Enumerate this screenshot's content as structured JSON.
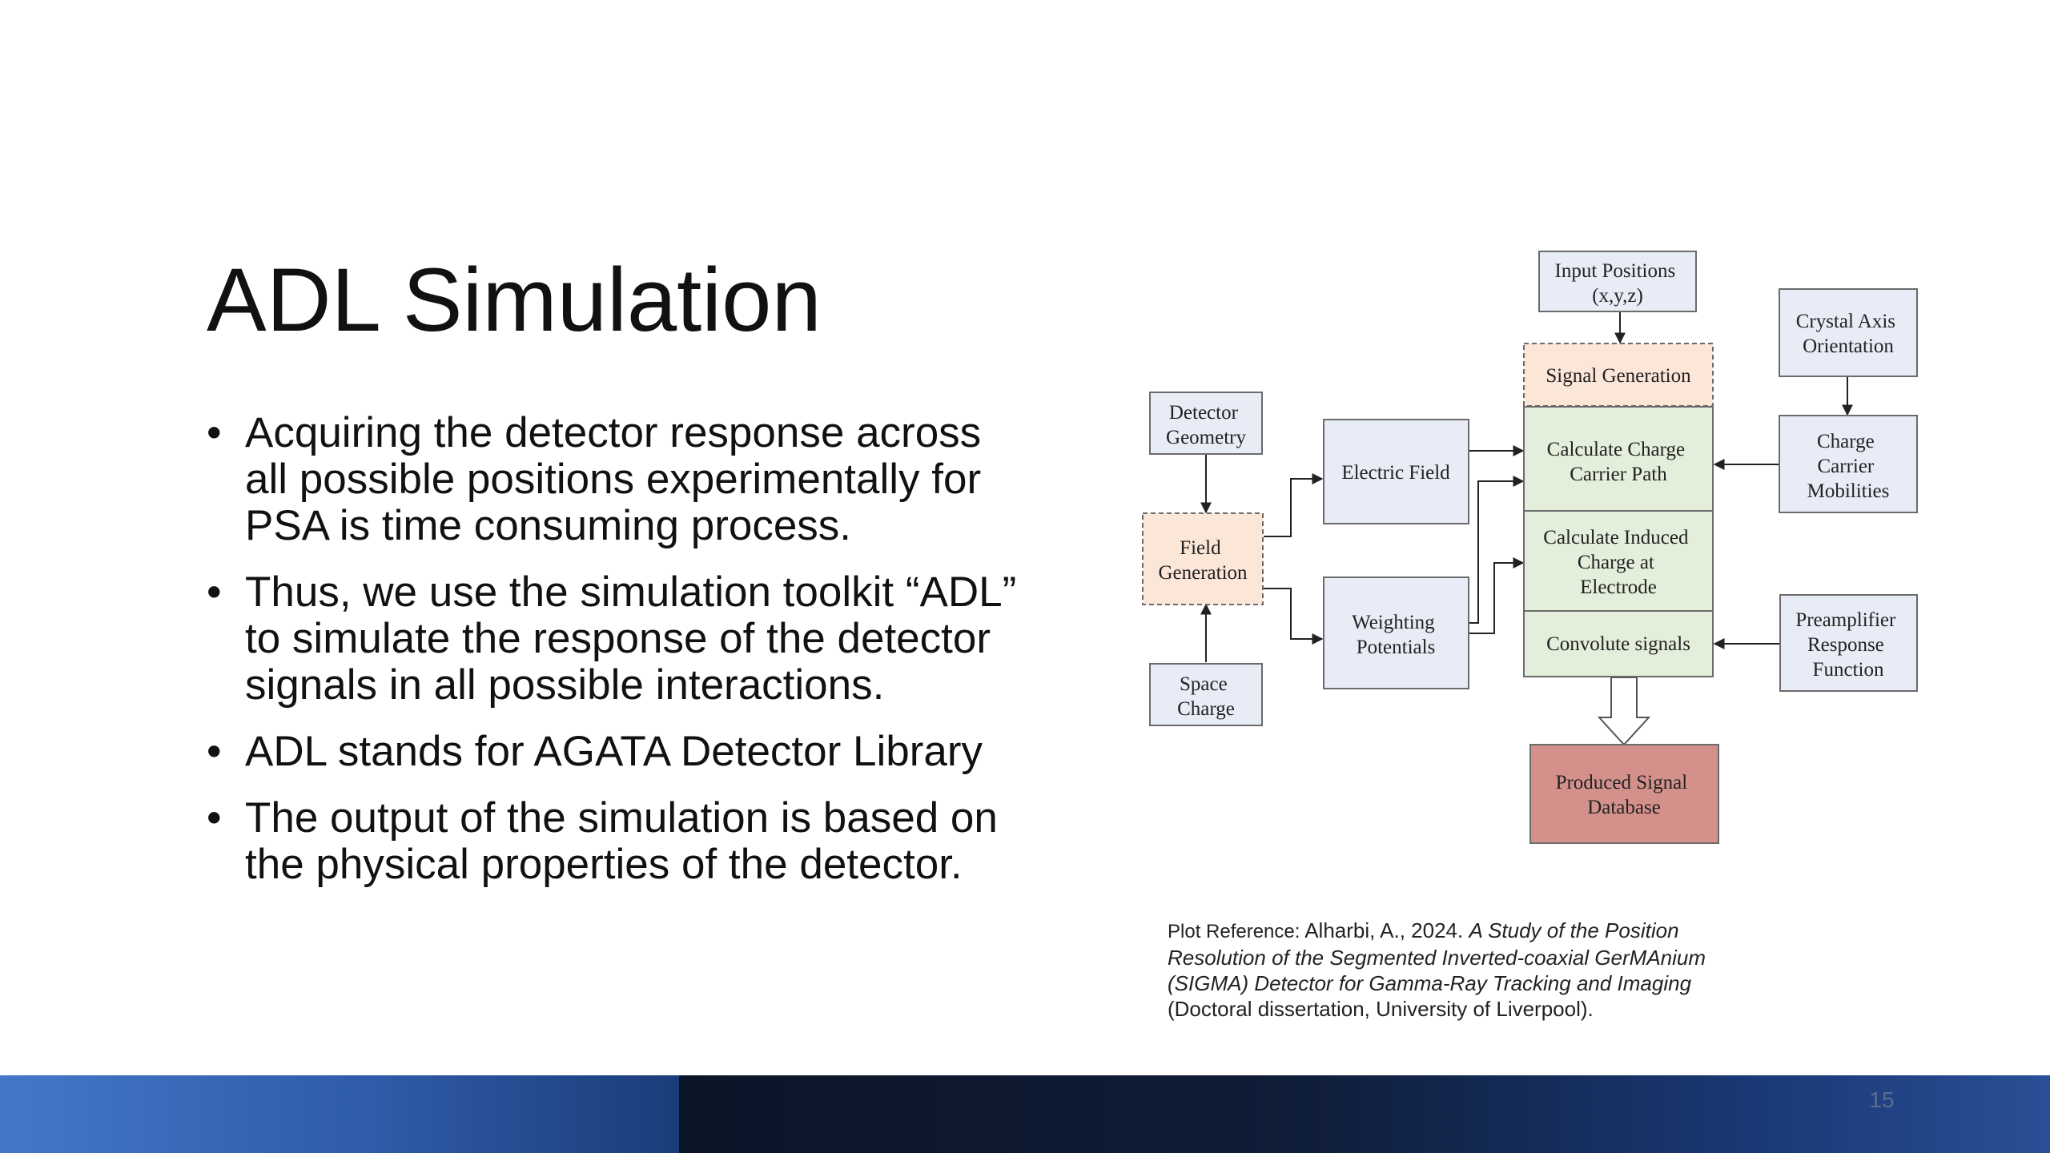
{
  "slide": {
    "title": "ADL Simulation",
    "bullets": [
      "Acquiring the detector response across all possible positions experimentally for PSA is time consuming process.",
      "Thus, we use the simulation toolkit “ADL” to simulate the response of the detector signals in all possible interactions.",
      "ADL stands for AGATA Detector Library",
      "The output of the simulation is based on the physical properties of the detector."
    ],
    "bullet_glyph": "•",
    "page_number": "15"
  },
  "diagram": {
    "nodes": {
      "input_positions": [
        "Input Positions",
        "(x,y,z)"
      ],
      "signal_generation": [
        "Signal Generation"
      ],
      "crystal_axis": [
        "Crystal Axis",
        "Orientation"
      ],
      "detector_geometry": [
        "Detector",
        "Geometry"
      ],
      "electric_field": [
        "Electric Field"
      ],
      "calc_charge_path": [
        "Calculate Charge",
        "Carrier Path"
      ],
      "charge_mobilities": [
        "Charge",
        "Carrier",
        "Mobilities"
      ],
      "field_generation": [
        "Field",
        "Generation"
      ],
      "calc_induced_charge": [
        "Calculate Induced",
        "Charge at",
        "Electrode"
      ],
      "weighting_potentials": [
        "Weighting",
        "Potentials"
      ],
      "convolute_signals": [
        "Convolute signals"
      ],
      "preamplifier": [
        "Preamplifier",
        "Response",
        "Function"
      ],
      "space_charge": [
        "Space",
        "Charge"
      ],
      "produced_database": [
        "Produced Signal",
        "Database"
      ]
    },
    "colors": {
      "blue_fill": "#e8ecf6",
      "peach_fill": "#fbe6d8",
      "green_fill": "#e4efdb",
      "red_fill": "#d4918c",
      "stroke": "#6b6b6b"
    }
  },
  "reference": {
    "label": "Plot Reference:",
    "authors": " Alharbi, A., 2024. ",
    "work_title": "A Study of the Position Resolution of the Segmented Inverted-coaxial GerMAnium (SIGMA) Detector for Gamma-Ray Tracking and Imaging",
    "details": " (Doctoral dissertation, University of Liverpool)."
  }
}
